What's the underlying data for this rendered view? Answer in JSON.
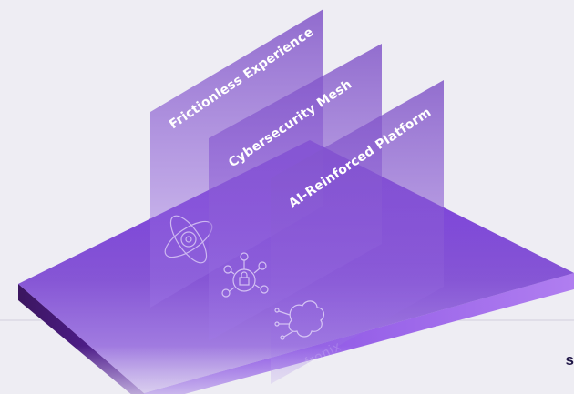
{
  "panels": [
    {
      "label": "Frictionless Experience",
      "icon": "atom-gear-icon"
    },
    {
      "label": "Cybersecurity Mesh",
      "icon": "network-lock-icon"
    },
    {
      "label": "AI-Reinforced Platform",
      "icon": "circuit-brain-icon"
    }
  ],
  "brand": {
    "mark": "s",
    "watermark": "fronix"
  },
  "colors": {
    "background": "#eeedf3",
    "platform_top": "#6a24d3",
    "platform_side": "#4f1e9e",
    "panel": "#8a5cd0",
    "brand_text": "#1f1646"
  }
}
